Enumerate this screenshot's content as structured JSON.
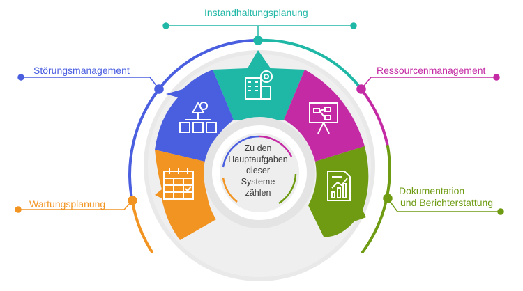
{
  "center": {
    "lines": [
      "Zu den",
      "Hauptaufgaben",
      "dieser",
      "Systeme",
      "zählen"
    ]
  },
  "segments": [
    {
      "id": "instandhaltungsplanung",
      "label": "Instandhaltungsplanung",
      "color": "#1fb7a6",
      "icon": "building-gear-icon"
    },
    {
      "id": "ressourcenmanagement",
      "label": "Ressourcenmanagement",
      "color": "#c42aa4",
      "icon": "presentation-board-icon"
    },
    {
      "id": "dokumentation",
      "label_lines": [
        "Dokumentation",
        "und Berichterstattung"
      ],
      "color": "#6e9b12",
      "icon": "report-chart-icon"
    },
    {
      "id": "wartungsplanung",
      "label": "Wartungsplanung",
      "color": "#f29422",
      "icon": "calendar-check-icon"
    },
    {
      "id": "stoerungsmanagement",
      "label": "Störungsmanagement",
      "color": "#4a5ee0",
      "icon": "warning-gear-hierarchy-icon"
    }
  ]
}
